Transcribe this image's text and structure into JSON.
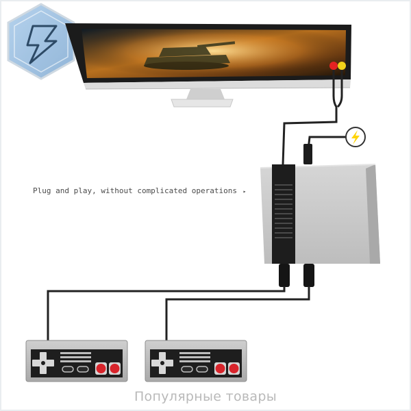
{
  "tagline": {
    "text": "Plug and play, without complicated operations",
    "arrow": "▸"
  },
  "footer": {
    "caption": "Популярные товары"
  },
  "icons": {
    "logo": "lightning-hexagon-logo",
    "power": "lightning-bolt-icon"
  },
  "colors": {
    "logo_fill": "#8fb8de",
    "logo_frame": "#b7c6d4",
    "power_bolt": "#ffd400",
    "av_red": "#e52222",
    "av_yellow": "#f2d21a",
    "controller_button": "#d8242b",
    "console_body": "#c8c8c8",
    "cable": "#222222"
  }
}
